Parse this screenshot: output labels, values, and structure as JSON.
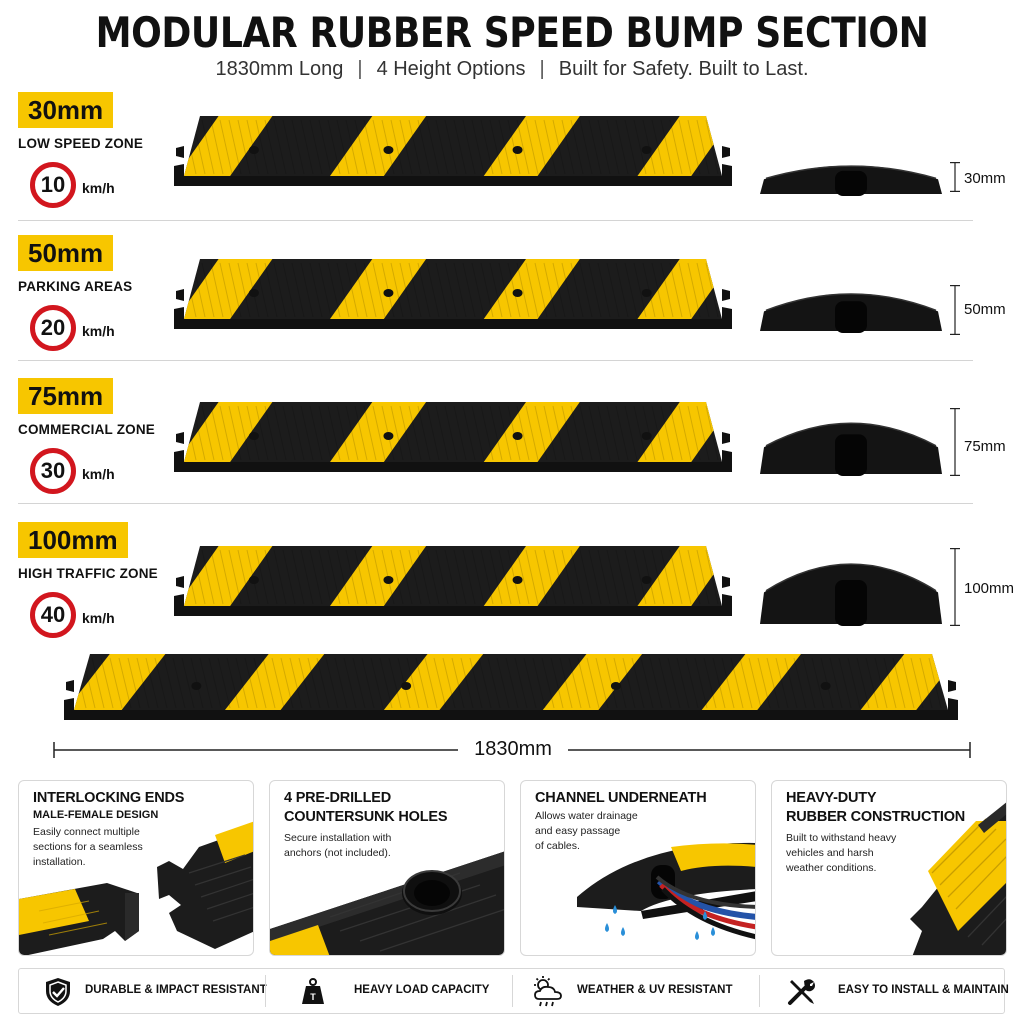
{
  "title": "MODULAR RUBBER SPEED BUMP SECTION",
  "subtitle": {
    "part1": "1830mm Long",
    "sep1": "|",
    "part2": "4 Height Options",
    "sep2": "|",
    "part3": "Built for Safety. Built to Last."
  },
  "rows": [
    {
      "height": "30mm",
      "zone": "LOW SPEED ZONE",
      "speed": "10",
      "unit": "km/h",
      "dimension": "30mm"
    },
    {
      "height": "50mm",
      "zone": "PARKING AREAS",
      "speed": "20",
      "unit": "km/h",
      "dimension": "50mm"
    },
    {
      "height": "75mm",
      "zone": "COMMERCIAL ZONE",
      "speed": "30",
      "unit": "km/h",
      "dimension": "75mm"
    },
    {
      "height": "100mm",
      "zone": "HIGH TRAFFIC ZONE",
      "speed": "40",
      "unit": "km/h",
      "dimension": "100mm"
    }
  ],
  "length_label": "1830mm",
  "features": [
    {
      "title_line1": "INTERLOCKING ENDS",
      "title_line2": "",
      "subtitle": "MALE-FEMALE DESIGN",
      "desc": [
        "Easily connect multiple",
        "sections for a seamless",
        "installation."
      ]
    },
    {
      "title_line1": "4 PRE-DRILLED",
      "title_line2": "COUNTERSUNK HOLES",
      "subtitle": "",
      "desc": [
        "Secure installation with",
        "anchors (not included)."
      ]
    },
    {
      "title_line1": "CHANNEL UNDERNEATH",
      "title_line2": "",
      "subtitle": "",
      "desc": [
        "Allows water drainage",
        "and easy passage",
        "of cables."
      ]
    },
    {
      "title_line1": "HEAVY-DUTY",
      "title_line2": "RUBBER CONSTRUCTION",
      "subtitle": "",
      "desc": [
        "Built to withstand heavy",
        "vehicles and harsh",
        "weather conditions."
      ]
    }
  ],
  "benefits": [
    {
      "icon": "shield-check-icon",
      "label": "DURABLE & IMPACT RESISTANT"
    },
    {
      "icon": "weight-icon",
      "label": "HEAVY LOAD CAPACITY"
    },
    {
      "icon": "weather-icon",
      "label": "WEATHER & UV RESISTANT"
    },
    {
      "icon": "tools-icon",
      "label": "EASY TO INSTALL & MAINTAIN"
    }
  ],
  "colors": {
    "yellow": "#f7c600",
    "black": "#1c1c1c",
    "sign_red": "#d2161e"
  }
}
